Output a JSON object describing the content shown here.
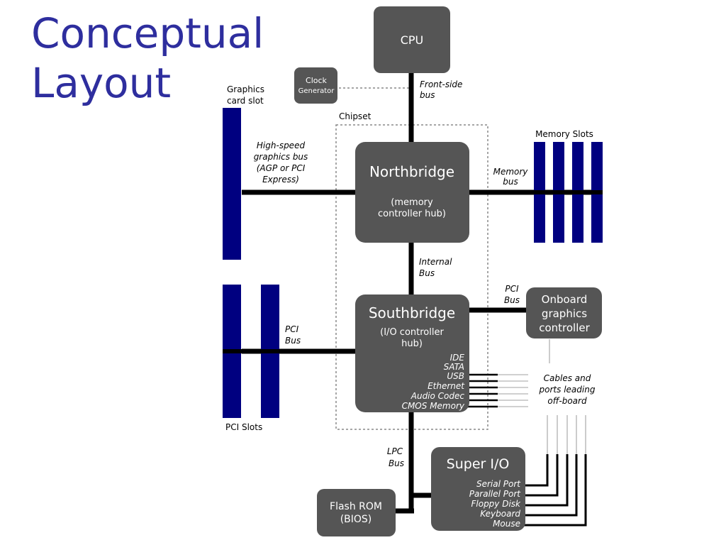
{
  "title": {
    "line1": "Conceptual",
    "line2": "Layout"
  },
  "diagram": {
    "cpu": "CPU",
    "clock_generator": [
      "Clock",
      "Generator"
    ],
    "front_side_bus": [
      "Front-side",
      "bus"
    ],
    "chipset": "Chipset",
    "graphics_card_slot": [
      "Graphics",
      "card slot"
    ],
    "graphics_bus": [
      "High-speed",
      "graphics bus",
      "(AGP or PCI",
      "Express)"
    ],
    "northbridge": {
      "name": "Northbridge",
      "sub": [
        "(memory",
        "controller hub)"
      ]
    },
    "memory_bus": [
      "Memory",
      "bus"
    ],
    "memory_slots": "Memory Slots",
    "internal_bus": [
      "Internal",
      "Bus"
    ],
    "southbridge": {
      "name": "Southbridge",
      "sub": [
        "(I/O controller",
        "hub)"
      ],
      "ports": [
        "IDE",
        "SATA",
        "USB",
        "Ethernet",
        "Audio Codec",
        "CMOS Memory"
      ]
    },
    "pci_bus_onboard": [
      "PCI",
      "Bus"
    ],
    "onboard_graphics": [
      "Onboard",
      "graphics",
      "controller"
    ],
    "pci_bus": [
      "PCI",
      "Bus"
    ],
    "pci_slots": "PCI Slots",
    "cables": [
      "Cables and",
      "ports leading",
      "off-board"
    ],
    "lpc_bus": [
      "LPC",
      "Bus"
    ],
    "super_io": {
      "name": "Super I/O",
      "ports": [
        "Serial Port",
        "Parallel Port",
        "Floppy Disk",
        "Keyboard",
        "Mouse"
      ]
    },
    "flash_rom": [
      "Flash ROM",
      "(BIOS)"
    ]
  }
}
